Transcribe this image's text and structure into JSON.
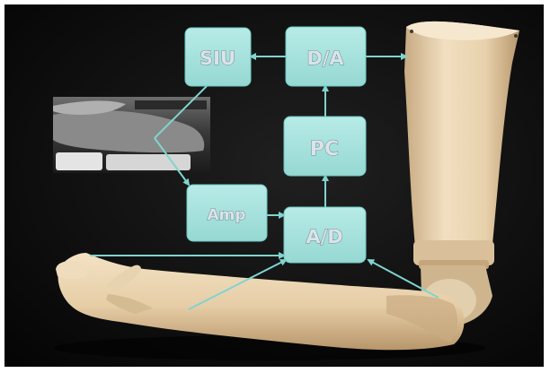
{
  "diagram": {
    "blocks": {
      "siu": "SIU",
      "da": "D/A",
      "pc": "PC",
      "amp": "Amp",
      "ad": "A/D"
    }
  },
  "colors": {
    "background": "#0b0b0b",
    "frame": "#ffffff",
    "block_fill": "#a8e3df",
    "arrow": "#7fd4cf",
    "prosthesis": "#e9d4b0",
    "prosthesis_shadow": "#b99a72"
  }
}
